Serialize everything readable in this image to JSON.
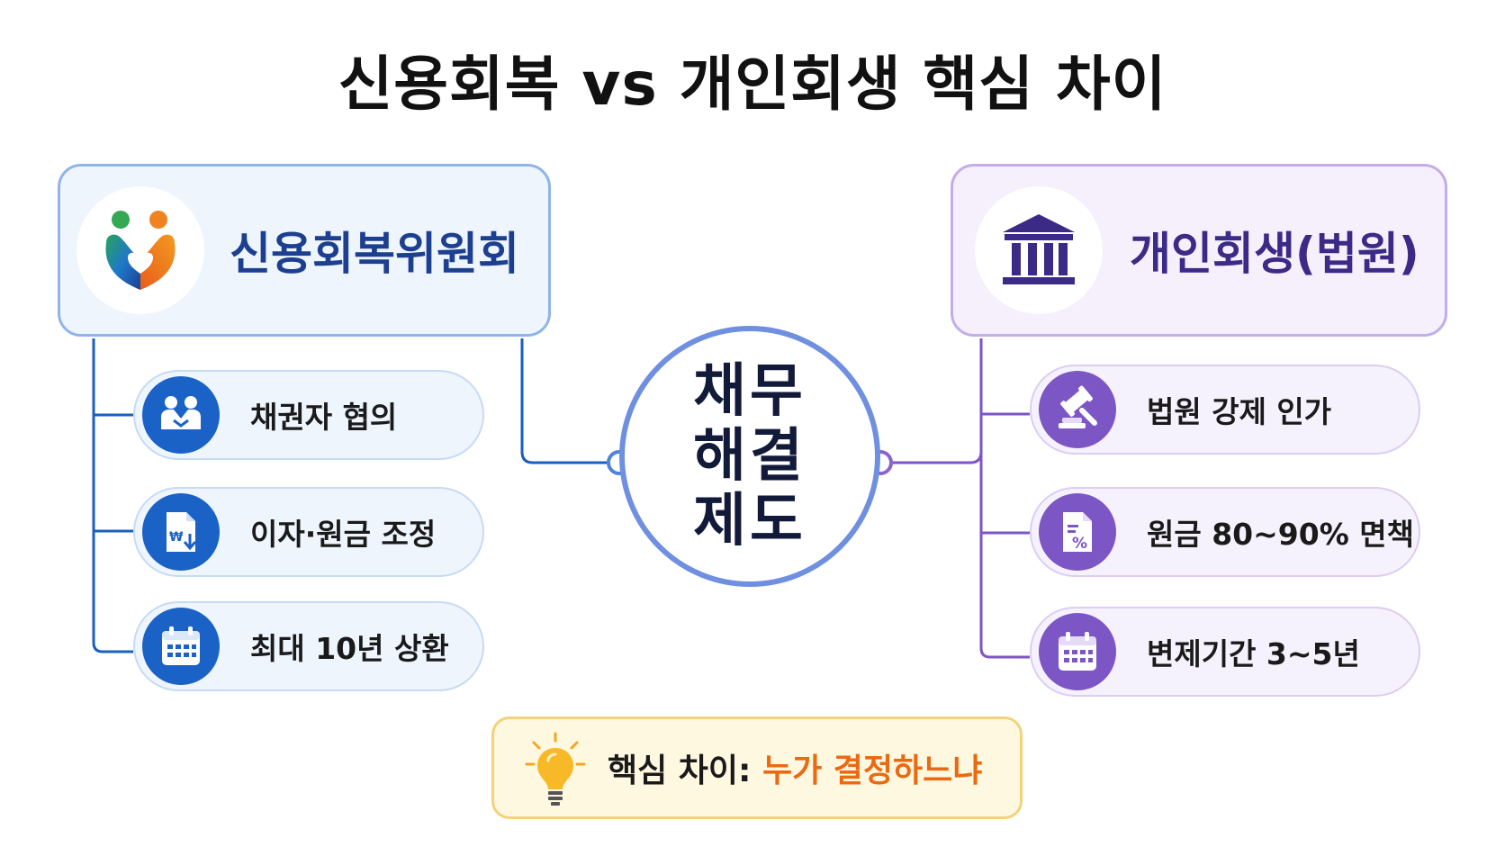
{
  "title": "신용회복 vs 개인회생 핵심 차이",
  "left": {
    "header": "신용회복위원회",
    "logo_icon": "heart-people-icon",
    "items": [
      {
        "label": "채권자 협의",
        "icon": "handshake-icon"
      },
      {
        "label": "이자·원금 조정",
        "icon": "document-won-icon"
      },
      {
        "label": "최대 10년 상환",
        "icon": "calendar-icon"
      }
    ],
    "color": "#1b62c7"
  },
  "right": {
    "header": "개인회생(법원)",
    "logo_icon": "courthouse-icon",
    "items": [
      {
        "label": "법원 강제 인가",
        "icon": "gavel-icon"
      },
      {
        "label": "원금 80~90% 면책",
        "icon": "document-percent-icon"
      },
      {
        "label": "변제기간 3~5년",
        "icon": "calendar-icon"
      }
    ],
    "color": "#7d56c6"
  },
  "center": {
    "lines": [
      "채무",
      "해결",
      "제도"
    ]
  },
  "tip": {
    "icon": "lightbulb-icon",
    "prefix": "핵심 차이: ",
    "highlight": "누가 결정하느냐",
    "highlight_color": "#ea6a12"
  }
}
